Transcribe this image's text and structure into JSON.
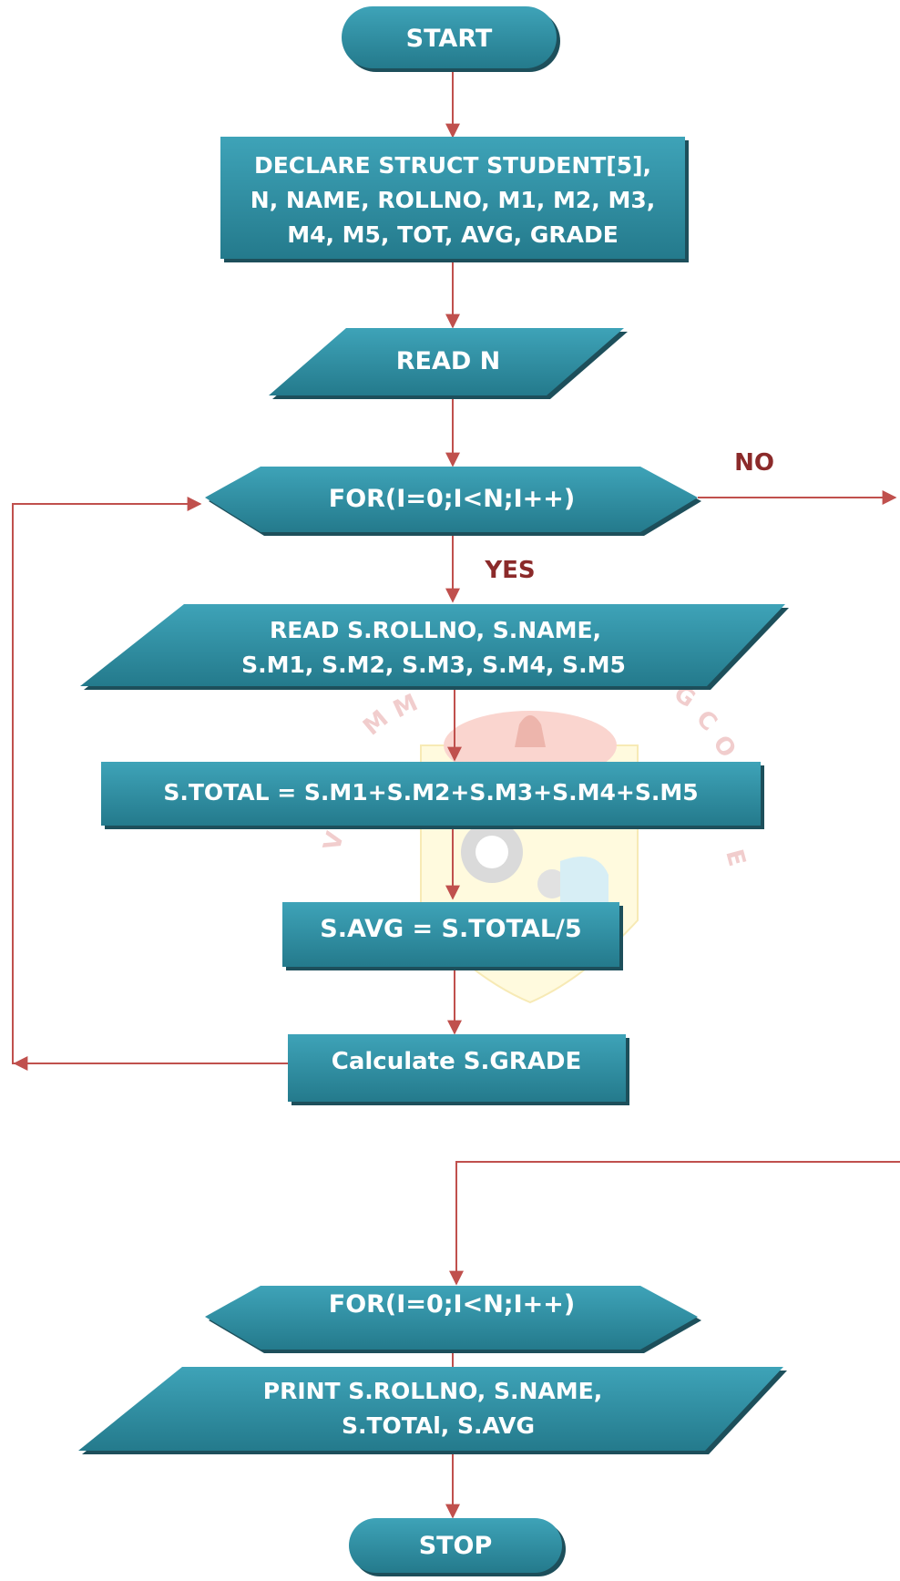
{
  "colors": {
    "shape_fill": "#2e8fa3",
    "shape_shadow": "#1d4f5b",
    "arrow": "#c0504d",
    "flow_label": "#8b2a2a"
  },
  "nodes": {
    "start": "START",
    "declare": [
      "DECLARE STRUCT STUDENT[5],",
      "N, NAME, ROLLNO, M1, M2, M3,",
      "M4, M5, TOT, AVG, GRADE"
    ],
    "read_n": "READ N",
    "loop1": "FOR(I=0;I<N;I++)",
    "read_marks": [
      "READ S.ROLLNO, S.NAME,",
      "S.M1, S.M2, S.M3, S.M4, S.M5"
    ],
    "total": "S.TOTAL = S.M1+S.M2+S.M3+S.M4+S.M5",
    "avg": "S.AVG = S.TOTAL/5",
    "grade": "Calculate S.GRADE",
    "loop2": "FOR(I=0;I<N;I++)",
    "print": [
      "PRINT S.ROLLNO, S.NAME,",
      "S.TOTAl, S.AVG"
    ],
    "stop": "STOP"
  },
  "flow_labels": {
    "no": "NO",
    "yes": "YES"
  },
  "watermark": {
    "icon": "college-emblem-watermark"
  }
}
